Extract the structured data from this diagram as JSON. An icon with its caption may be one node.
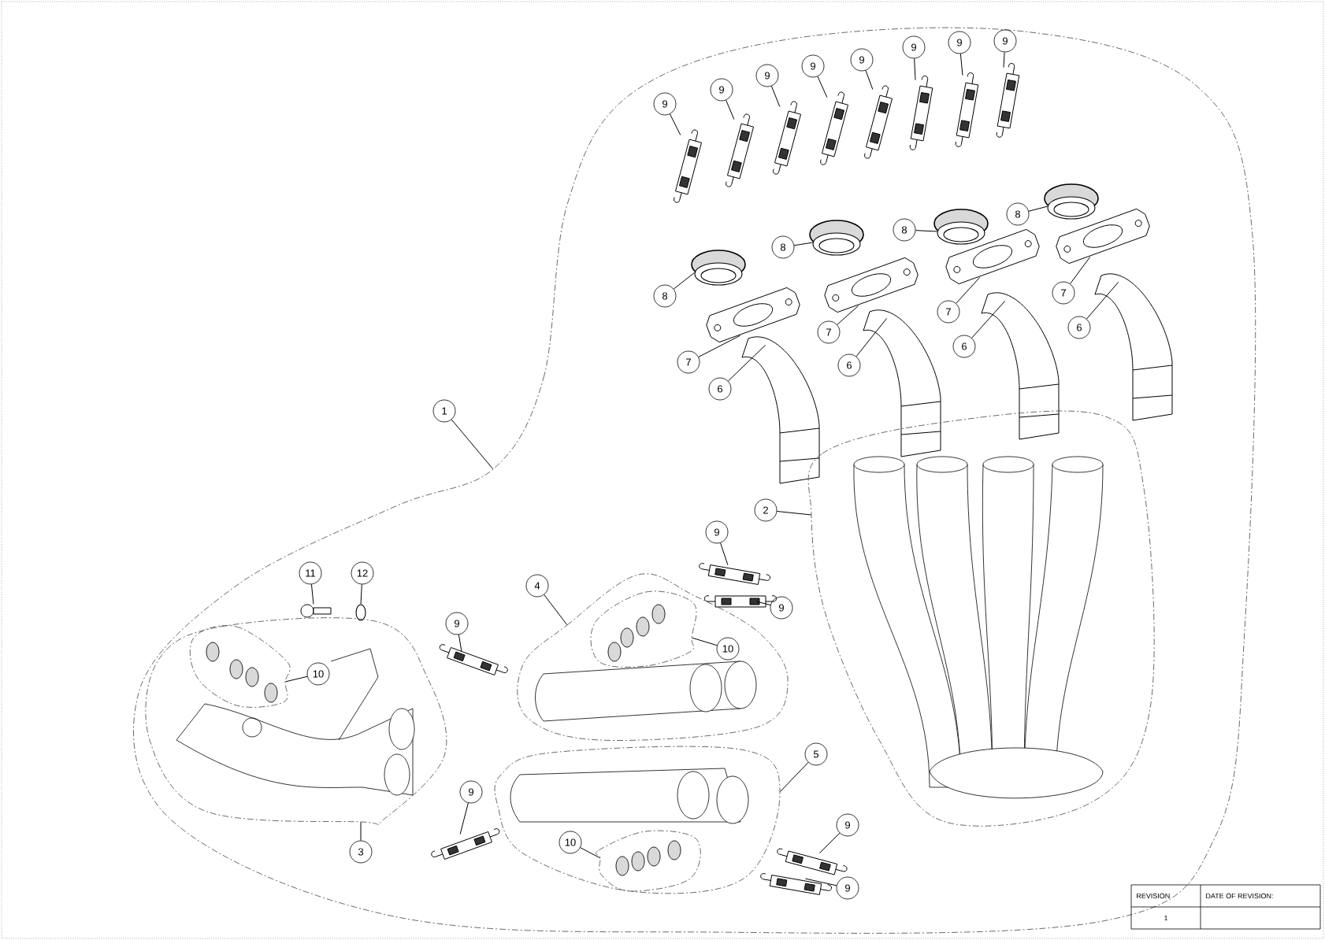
{
  "diagram": {
    "nodes": [
      {
        "text": [],
        "shape": "cloud"
      },
      {
        "text": [
          "1"
        ]
      },
      {
        "text": [
          "9"
        ],
        "in": 0
      },
      {
        "text": [
          "9"
        ],
        "in": 0
      },
      {
        "text": [
          "9"
        ],
        "in": 0
      },
      {
        "text": [
          "9"
        ],
        "in": 0
      },
      {
        "text": [
          "9"
        ],
        "in": 0
      },
      {
        "text": [
          "9"
        ],
        "in": 0
      },
      {
        "text": [
          "9"
        ],
        "in": 0
      },
      {
        "text": [
          "9"
        ],
        "in": 0
      },
      {
        "text": [
          "8"
        ],
        "in": 0
      },
      {
        "text": [
          "8"
        ],
        "in": 0
      },
      {
        "text": [
          "8"
        ],
        "in": 0
      },
      {
        "text": [
          "8"
        ],
        "in": 0
      },
      {
        "text": [
          "7"
        ],
        "in": 0
      },
      {
        "text": [
          "7"
        ],
        "in": 0
      },
      {
        "text": [
          "7"
        ],
        "in": 0
      },
      {
        "text": [
          "7"
        ],
        "in": 0
      },
      {
        "text": [
          "6"
        ],
        "in": 0
      },
      {
        "text": [
          "6"
        ],
        "in": 0
      },
      {
        "text": [
          "6"
        ],
        "in": 0
      },
      {
        "text": [
          "6"
        ],
        "in": 0
      },
      {
        "text": [],
        "shape": "picture",
        "in": 0
      },
      {
        "text": [],
        "shape": "picture",
        "in": 0
      },
      {
        "text": [],
        "shape": "picture",
        "in": 0
      },
      {
        "text": [],
        "shape": "picture",
        "in": 0
      },
      {
        "text": [],
        "shape": "picture",
        "in": 0
      },
      {
        "text": [],
        "shape": "picture",
        "in": 0
      },
      {
        "text": [],
        "shape": "picture",
        "in": 0
      },
      {
        "text": [],
        "shape": "picture",
        "in": 0
      },
      {
        "text": [],
        "shape": "circle",
        "in": 0
      },
      {
        "text": [],
        "shape": "circle",
        "in": 0
      },
      {
        "text": [],
        "shape": "circle",
        "in": 0
      },
      {
        "text": [],
        "shape": "circle",
        "in": 0
      },
      {
        "text": [],
        "shape": "picture",
        "in": 0
      },
      {
        "text": [],
        "shape": "picture",
        "in": 0
      },
      {
        "text": [],
        "shape": "picture",
        "in": 0
      },
      {
        "text": [],
        "shape": "picture",
        "in": 0
      },
      {
        "text": [],
        "shape": "picture",
        "in": 0
      },
      {
        "text": [],
        "shape": "picture",
        "in": 0
      },
      {
        "text": [],
        "shape": "picture",
        "in": 0
      },
      {
        "text": [],
        "shape": "picture",
        "in": 0
      },
      {
        "text": [
          "2"
        ],
        "in": 0
      },
      {
        "text": [],
        "shape": "cloud",
        "in": 0
      },
      {
        "text": [
          "11"
        ],
        "in": 0
      },
      {
        "text": [
          "12"
        ],
        "in": 0
      },
      {
        "text": [],
        "shape": "picture",
        "in": 0
      },
      {
        "text": [],
        "shape": "circle",
        "in": 0
      },
      {
        "text": [
          "9"
        ],
        "in": 0
      },
      {
        "text": [],
        "shape": "picture",
        "in": 0
      },
      {
        "text": [
          "4"
        ],
        "in": 0
      },
      {
        "text": [],
        "shape": "cloud",
        "in": 0
      },
      {
        "text": [
          "9"
        ],
        "in": 0
      },
      {
        "text": [],
        "shape": "picture",
        "in": 0
      },
      {
        "text": [
          "9"
        ],
        "in": 0
      },
      {
        "text": [],
        "shape": "picture",
        "in": 0
      },
      {
        "text": [],
        "shape": "cloud",
        "in": 51
      },
      {
        "text": [
          "10"
        ],
        "in": 51
      },
      {
        "text": [],
        "shape": "cloud",
        "in": 0
      },
      {
        "text": [],
        "shape": "cloud",
        "in": 58
      },
      {
        "text": [
          "10"
        ],
        "in": 58
      },
      {
        "text": [
          "3"
        ],
        "in": 0
      },
      {
        "text": [
          "9"
        ],
        "in": 0
      },
      {
        "text": [],
        "shape": "picture",
        "in": 0
      },
      {
        "text": [
          "5"
        ],
        "in": 0
      },
      {
        "text": [],
        "shape": "cloud",
        "in": 0
      },
      {
        "text": [],
        "shape": "cloud",
        "in": 65
      },
      {
        "text": [
          "10"
        ],
        "in": 65
      },
      {
        "text": [
          "9"
        ],
        "in": 0
      },
      {
        "text": [],
        "shape": "picture",
        "in": 0
      },
      {
        "text": [
          "9"
        ],
        "in": 0
      },
      {
        "text": [],
        "shape": "picture",
        "in": 0
      }
    ],
    "edges": [
      {
        "from": 1,
        "to": 0,
        "arrow": "none"
      },
      {
        "from": 2,
        "to": 22,
        "arrow": "none"
      },
      {
        "from": 3,
        "to": 23,
        "arrow": "none"
      },
      {
        "from": 4,
        "to": 24,
        "arrow": "none"
      },
      {
        "from": 5,
        "to": 25,
        "arrow": "none"
      },
      {
        "from": 6,
        "to": 26,
        "arrow": "none"
      },
      {
        "from": 7,
        "to": 27,
        "arrow": "none"
      },
      {
        "from": 8,
        "to": 28,
        "arrow": "none"
      },
      {
        "from": 9,
        "to": 29,
        "arrow": "none"
      },
      {
        "from": 10,
        "to": 30,
        "arrow": "none"
      },
      {
        "from": 11,
        "to": 31,
        "arrow": "none"
      },
      {
        "from": 12,
        "to": 32,
        "arrow": "none"
      },
      {
        "from": 13,
        "to": 33,
        "arrow": "none"
      },
      {
        "from": 14,
        "to": 34,
        "arrow": "none"
      },
      {
        "from": 15,
        "to": 35,
        "arrow": "none"
      },
      {
        "from": 16,
        "to": 36,
        "arrow": "none"
      },
      {
        "from": 17,
        "to": 37,
        "arrow": "none"
      },
      {
        "from": 18,
        "to": 38,
        "arrow": "none"
      },
      {
        "from": 19,
        "to": 39,
        "arrow": "none"
      },
      {
        "from": 20,
        "to": 40,
        "arrow": "none"
      },
      {
        "from": 21,
        "to": 41,
        "arrow": "none"
      },
      {
        "from": 42,
        "to": 43,
        "arrow": "none"
      },
      {
        "from": 44,
        "to": 46,
        "arrow": "none"
      },
      {
        "from": 45,
        "to": 47,
        "arrow": "none"
      },
      {
        "from": 48,
        "to": 49,
        "arrow": "none"
      },
      {
        "from": 50,
        "to": 51,
        "arrow": "none"
      },
      {
        "from": 52,
        "to": 53,
        "arrow": "none"
      },
      {
        "from": 54,
        "to": 55,
        "arrow": "none"
      },
      {
        "from": 57,
        "to": 56,
        "arrow": "none"
      },
      {
        "from": 60,
        "to": 59,
        "arrow": "none"
      },
      {
        "from": 61,
        "to": 58,
        "arrow": "none"
      },
      {
        "from": 62,
        "to": 63,
        "arrow": "none"
      },
      {
        "from": 64,
        "to": 65,
        "arrow": "none"
      },
      {
        "from": 67,
        "to": 66,
        "arrow": "none"
      },
      {
        "from": 68,
        "to": 69,
        "arrow": "none"
      },
      {
        "from": 70,
        "to": 71,
        "arrow": "none"
      }
    ],
    "labels": [
      "REVISION",
      "DATE OF REVISION:",
      "1"
    ]
  }
}
